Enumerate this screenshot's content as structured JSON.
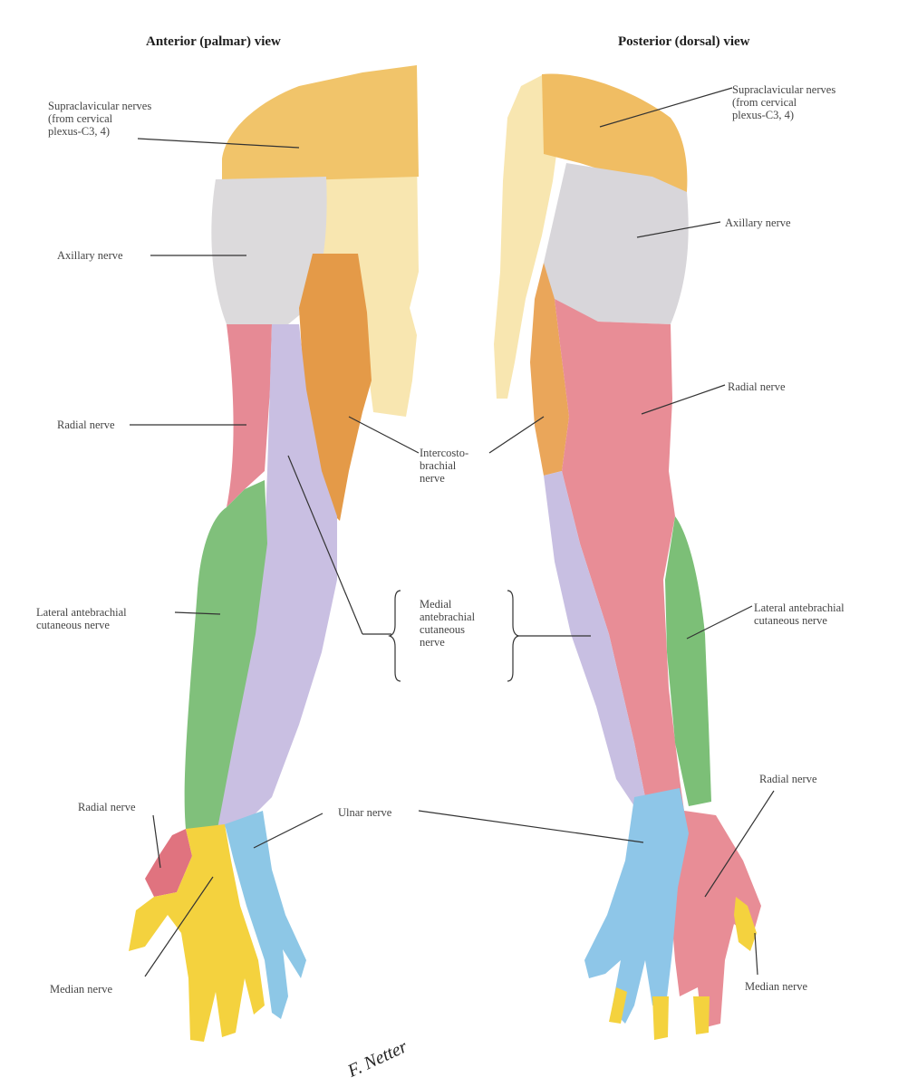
{
  "figure": {
    "views": {
      "anterior": {
        "title": "Anterior (palmar) view"
      },
      "posterior": {
        "title": "Posterior (dorsal) view"
      }
    },
    "labels": {
      "anterior": {
        "supraclavicular": "Supraclavicular nerves\n(from cervical\nplexus-C3, 4)",
        "axillary": "Axillary nerve",
        "radial_arm": "Radial nerve",
        "lateral_antebrachial": "Lateral antebrachial\ncutaneous nerve",
        "radial_hand": "Radial nerve",
        "median": "Median nerve"
      },
      "shared": {
        "intercostobrachial": "Intercosto-\nbrachial\nnerve",
        "medial_antebrachial": "Medial\nantebrachial\ncutaneous\nnerve",
        "ulnar": "Ulnar nerve"
      },
      "posterior": {
        "supraclavicular": "Supraclavicular nerves\n(from cervical\nplexus-C3, 4)",
        "axillary": "Axillary nerve",
        "radial_arm": "Radial nerve",
        "lateral_antebrachial": "Lateral antebrachial\ncutaneous nerve",
        "radial_hand": "Radial nerve",
        "median": "Median nerve"
      }
    },
    "signature": "F. Netter",
    "colors": {
      "supraclavicular": "#f0c060",
      "skin_pale": "#f7e3a8",
      "axillary": "#d8d6d8",
      "radial": "#e88a94",
      "intercostobrachial": "#e59a4a",
      "medial_antebrachial": "#c8bde0",
      "lateral_antebrachial": "#7fc07a",
      "median": "#f5d440",
      "ulnar": "#8cc6e6",
      "leader_line": "#333333",
      "text": "#444444"
    }
  }
}
